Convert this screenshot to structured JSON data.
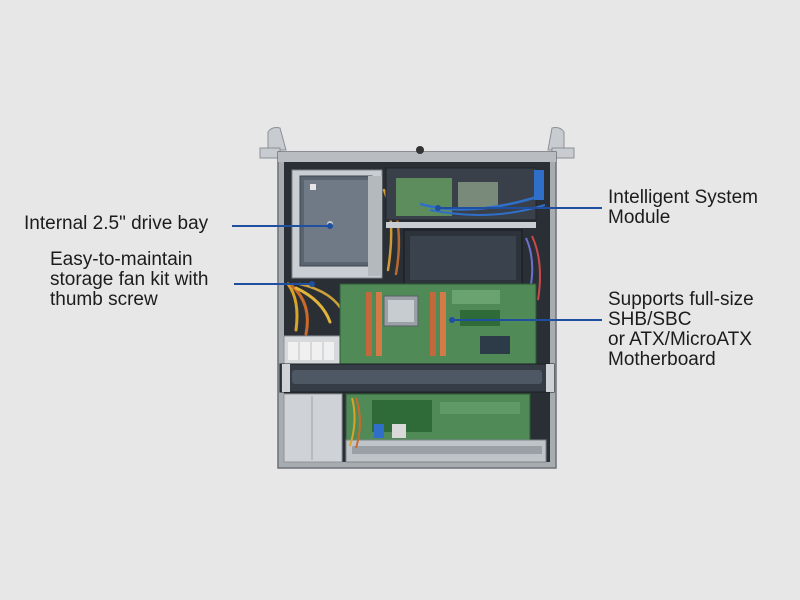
{
  "callouts": {
    "drive_bay": {
      "lines": [
        "Internal 2.5\" drive bay"
      ]
    },
    "fan_kit": {
      "lines": [
        "Easy-to-maintain",
        "storage fan kit with",
        "thumb screw"
      ]
    },
    "system_module": {
      "lines": [
        "Intelligent System",
        "Module"
      ]
    },
    "motherboard": {
      "lines": [
        "Supports full-size",
        "SHB/SBC",
        "or ATX/MicroATX",
        "Motherboard"
      ]
    }
  },
  "colors": {
    "background": "#e7e7e7",
    "leader_line": "#1f4fa0",
    "chassis": "#9aa0a6",
    "board_green": "#4f8a57",
    "dimm_orange": "#c2683b",
    "bracket_dark": "#3b4552",
    "cable_blue": "#2f6fc9"
  },
  "icons": [
    "chassis-top-view",
    "drive-bay-cage",
    "ism-module",
    "motherboard",
    "memory-slot",
    "psu",
    "cross-bar"
  ]
}
